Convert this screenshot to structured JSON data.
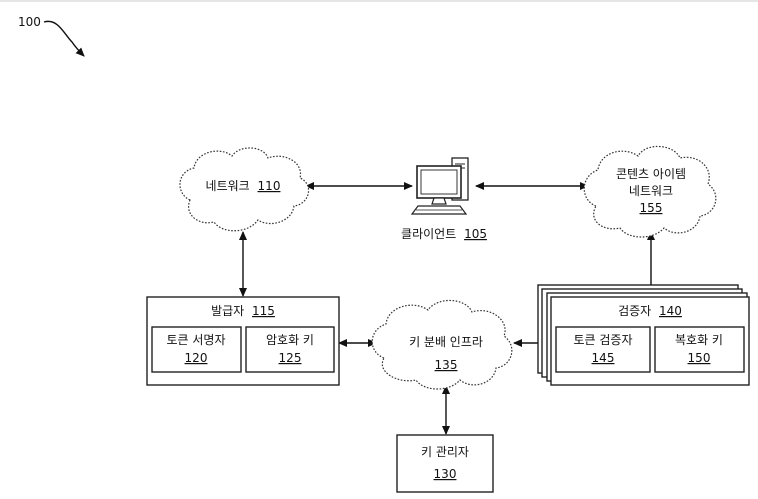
{
  "figure": {
    "ref": "100"
  },
  "nodes": {
    "network": {
      "label": "네트워크",
      "ref": "110"
    },
    "client": {
      "label": "클라이언트",
      "ref": "105"
    },
    "content_network": {
      "label_line1": "콘텐츠 아이템",
      "label_line2": "네트워크",
      "ref": "155"
    },
    "issuer": {
      "label": "발급자",
      "ref": "115"
    },
    "token_signer": {
      "label": "토큰 서명자",
      "ref": "120"
    },
    "encryption_key": {
      "label": "암호화 키",
      "ref": "125"
    },
    "key_distribution": {
      "label": "키 분배 인프라",
      "ref": "135"
    },
    "verifier": {
      "label": "검증자",
      "ref": "140"
    },
    "token_verifier": {
      "label": "토큰 검증자",
      "ref": "145"
    },
    "decryption_key": {
      "label": "복호화 키",
      "ref": "150"
    },
    "key_manager": {
      "label": "키 관리자",
      "ref": "130"
    }
  }
}
